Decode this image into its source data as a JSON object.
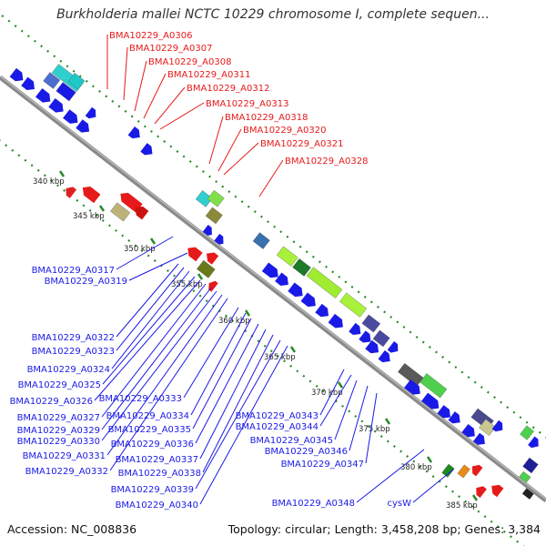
{
  "title": "Burkholderia mallei NCTC 10229 chromosome I, complete sequen...",
  "footer": {
    "accession": "Accession: NC_008836",
    "summary": "Topology: circular; Length: 3,458,208 bp; Genes: 3,384"
  },
  "colors": {
    "backbone": "#8a8a8a",
    "forward_strand": "#1a1ae6",
    "reverse_strand": "#e61a1a",
    "ticks": "#2a8a2a"
  },
  "kbp_ticks": [
    "340 kbp",
    "345 kbp",
    "350 kbp",
    "355 kbp",
    "360 kbp",
    "365 kbp",
    "370 kbp",
    "375 kbp",
    "380 kbp",
    "385 kbp"
  ],
  "top_labels": [
    "BMA10229_A0306",
    "BMA10229_A0307",
    "BMA10229_A0308",
    "BMA10229_A0311",
    "BMA10229_A0312",
    "BMA10229_A0313",
    "BMA10229_A0318",
    "BMA10229_A0320",
    "BMA10229_A0321",
    "BMA10229_A0328"
  ],
  "bottom_labels": [
    "BMA10229_A0317",
    "BMA10229_A0319",
    "BMA10229_A0322",
    "BMA10229_A0323",
    "BMA10229_A0324",
    "BMA10229_A0325",
    "BMA10229_A0326",
    "BMA10229_A0327",
    "BMA10229_A0329",
    "BMA10229_A0330",
    "BMA10229_A0331",
    "BMA10229_A0332",
    "BMA10229_A0333",
    "BMA10229_A0334",
    "BMA10229_A0335",
    "BMA10229_A0336",
    "BMA10229_A0337",
    "BMA10229_A0338",
    "BMA10229_A0339",
    "BMA10229_A0340",
    "BMA10229_A0343",
    "BMA10229_A0344",
    "BMA10229_A0345",
    "BMA10229_A0346",
    "BMA10229_A0347",
    "BMA10229_A0348",
    "cysW"
  ]
}
